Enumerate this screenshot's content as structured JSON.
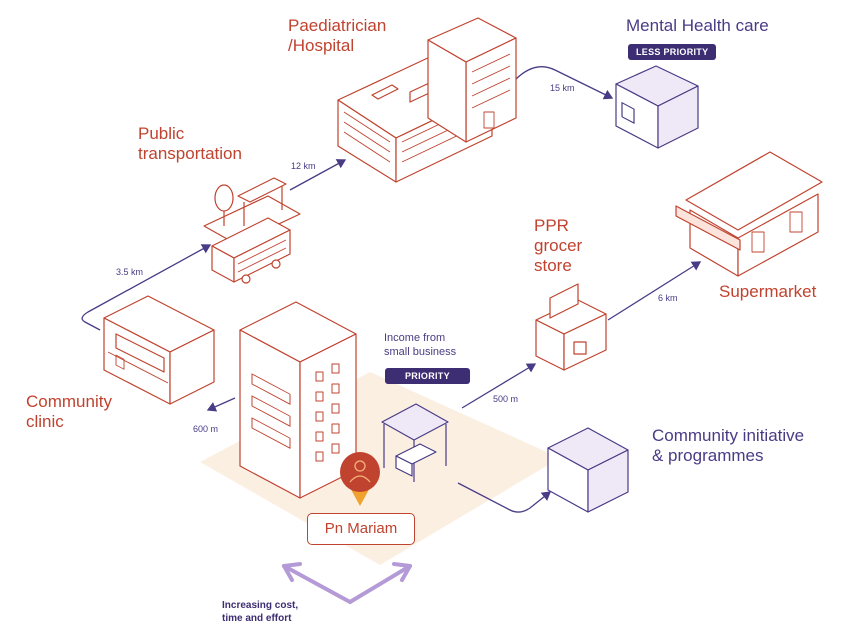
{
  "places": {
    "paediatrician": "Paediatrician\n/Hospital",
    "mental_health": "Mental Health care",
    "public_transport": "Public\ntransportation",
    "ppr_grocer": "PPR\ngrocer\nstore",
    "supermarket": "Supermarket",
    "community_clinic": "Community\nclinic",
    "income_small_business": "Income from\nsmall business",
    "community_initiative": "Community initiative\n& programmes"
  },
  "tags": {
    "less_priority": "LESS PRIORITY",
    "priority": "PRIORITY"
  },
  "distances": {
    "to_transport": "3.5 km",
    "to_hospital": "12 km",
    "to_mental_health": "15 km",
    "to_supermarket": "6 km",
    "to_ppr_grocer": "500 m",
    "to_clinic": "600 m"
  },
  "person": {
    "name": "Pn Mariam",
    "icon": "person-pin-icon"
  },
  "axis_caption": "Increasing cost,\ntime and effort",
  "colors": {
    "red": "#c0432f",
    "purple": "#4a3b86",
    "dark_purple": "#3d2d73",
    "light_purple": "#b49ad6",
    "ground": "#fbefe2"
  }
}
